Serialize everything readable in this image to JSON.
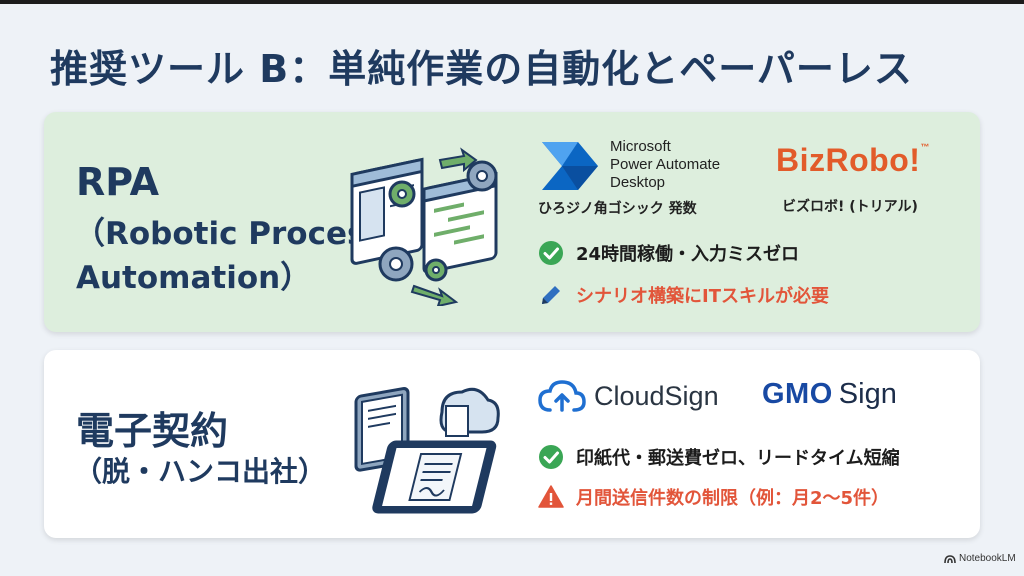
{
  "title": "推奨ツール B：単純作業の自動化とペーパーレス",
  "rpa": {
    "title_line1": "RPA",
    "title_line2": "（Robotic Process",
    "title_line3": "Automation）",
    "tool1_line1": "Microsoft",
    "tool1_line2": "Power Automate",
    "tool1_line3": "Desktop",
    "tool1_caption": "ひろジノ角ゴシック 発数",
    "tool2_name": "BizRobo",
    "tool2_suffix": "!",
    "tool2_tm": "™",
    "tool2_caption": "ビズロボ! (トリアル)",
    "merit": "24時間稼働・入力ミスゼロ",
    "demerit": "シナリオ構築にITスキルが必要"
  },
  "esign": {
    "title_line1": "電子契約",
    "title_line2": "（脱・ハンコ出社）",
    "tool1_name": "CloudSign",
    "tool2_name_bold": "GMO",
    "tool2_name_rest": "Sign",
    "merit": "印紙代・郵送費ゼロ、リードタイム短縮",
    "demerit": "月間送信件数の制限（例：月2〜5件）"
  },
  "footer": {
    "brand": "NotebookLM"
  },
  "colors": {
    "title": "#1f3a5f",
    "rpa_bg": "#ddeedd",
    "merit_icon": "#3aa655",
    "demerit_text": "#e2553a",
    "bizrobo": "#e25b2a",
    "gmo": "#1849a3"
  },
  "icons": {
    "merit": "check-circle-icon",
    "rpa_demerit": "pencil-icon",
    "esign_demerit": "warning-icon"
  }
}
